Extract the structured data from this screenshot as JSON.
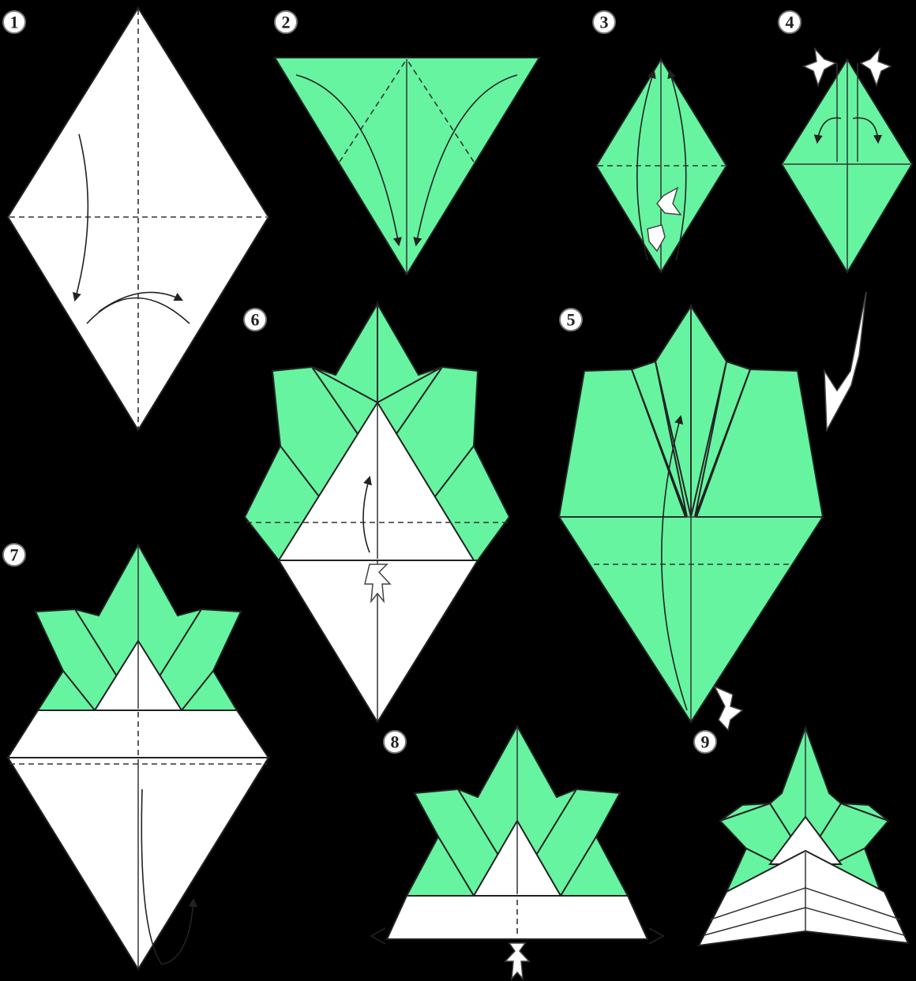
{
  "steps": [
    {
      "number": "1"
    },
    {
      "number": "2"
    },
    {
      "number": "3"
    },
    {
      "number": "4"
    },
    {
      "number": "5"
    },
    {
      "number": "6"
    },
    {
      "number": "7"
    },
    {
      "number": "8"
    },
    {
      "number": "9"
    }
  ],
  "colors": {
    "background": "#000000",
    "paper_color_side": "#66f4a0",
    "paper_white_side": "#ffffff",
    "line": "#222222"
  }
}
